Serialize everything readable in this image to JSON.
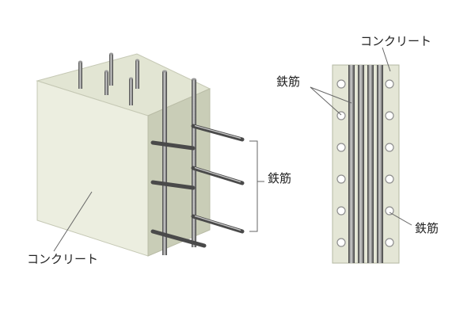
{
  "labels": {
    "left_concrete": "コンクリート",
    "left_rebar": "鉄筋",
    "right_concrete": "コンクリート",
    "right_rebar_top": "鉄筋",
    "right_rebar_bottom": "鉄筋"
  },
  "colors": {
    "concrete_front": "#eceee0",
    "concrete_top": "#e2e5d3",
    "concrete_side": "#c9cdb7",
    "rebar_dark": "#4a4a4a",
    "rebar_light": "#bdbdbd",
    "leader": "#666666"
  }
}
